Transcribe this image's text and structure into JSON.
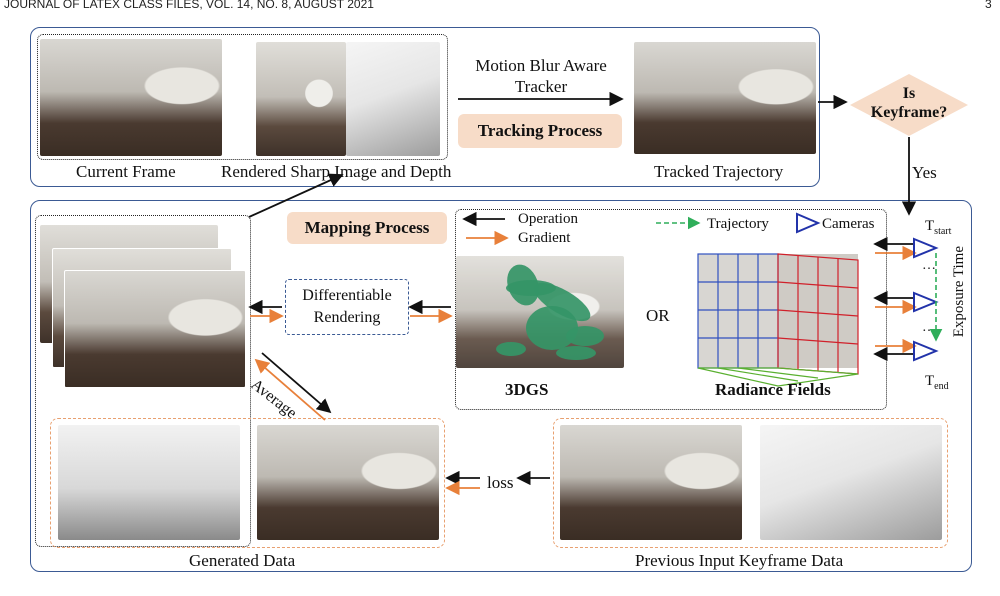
{
  "header": {
    "journal": "JOURNAL OF LATEX CLASS FILES, VOL. 14, NO. 8, AUGUST 2021",
    "page_number": "3"
  },
  "tracking": {
    "current_frame_label": "Current Frame",
    "rendered_label": "Rendered Sharp Image and Depth",
    "tracker_line1": "Motion Blur Aware",
    "tracker_line2": "Tracker",
    "process_label": "Tracking Process",
    "tracked_label": "Tracked Trajectory"
  },
  "decision": {
    "line1": "Is",
    "line2": "Keyframe?",
    "yes_label": "Yes"
  },
  "mapping": {
    "process_label": "Mapping Process",
    "diff_line1": "Differentiable",
    "diff_line2": "Rendering",
    "average_label": "Average",
    "legend_operation": "Operation",
    "legend_gradient": "Gradient",
    "legend_trajectory": "Trajectory",
    "legend_cameras": "Cameras",
    "gs_label": "3DGS",
    "or_label": "OR",
    "rf_label": "Radiance  Fields",
    "t_start": "T",
    "t_start_sub": "start",
    "t_end": "T",
    "t_end_sub": "end",
    "exposure_label": "Exposure Time",
    "ellipsis": "…",
    "loss_label": "loss",
    "generated_label": "Generated Data",
    "previous_label": "Previous Input Keyframe Data"
  },
  "colors": {
    "frame_blue": "#3b5a94",
    "operation_black": "#111111",
    "gradient_orange": "#e8803a",
    "trajectory_green": "#2fae5a",
    "camera_blue": "#2233aa",
    "pill_bg": "#f7dcc8",
    "splat_green": "#1f8a57"
  }
}
